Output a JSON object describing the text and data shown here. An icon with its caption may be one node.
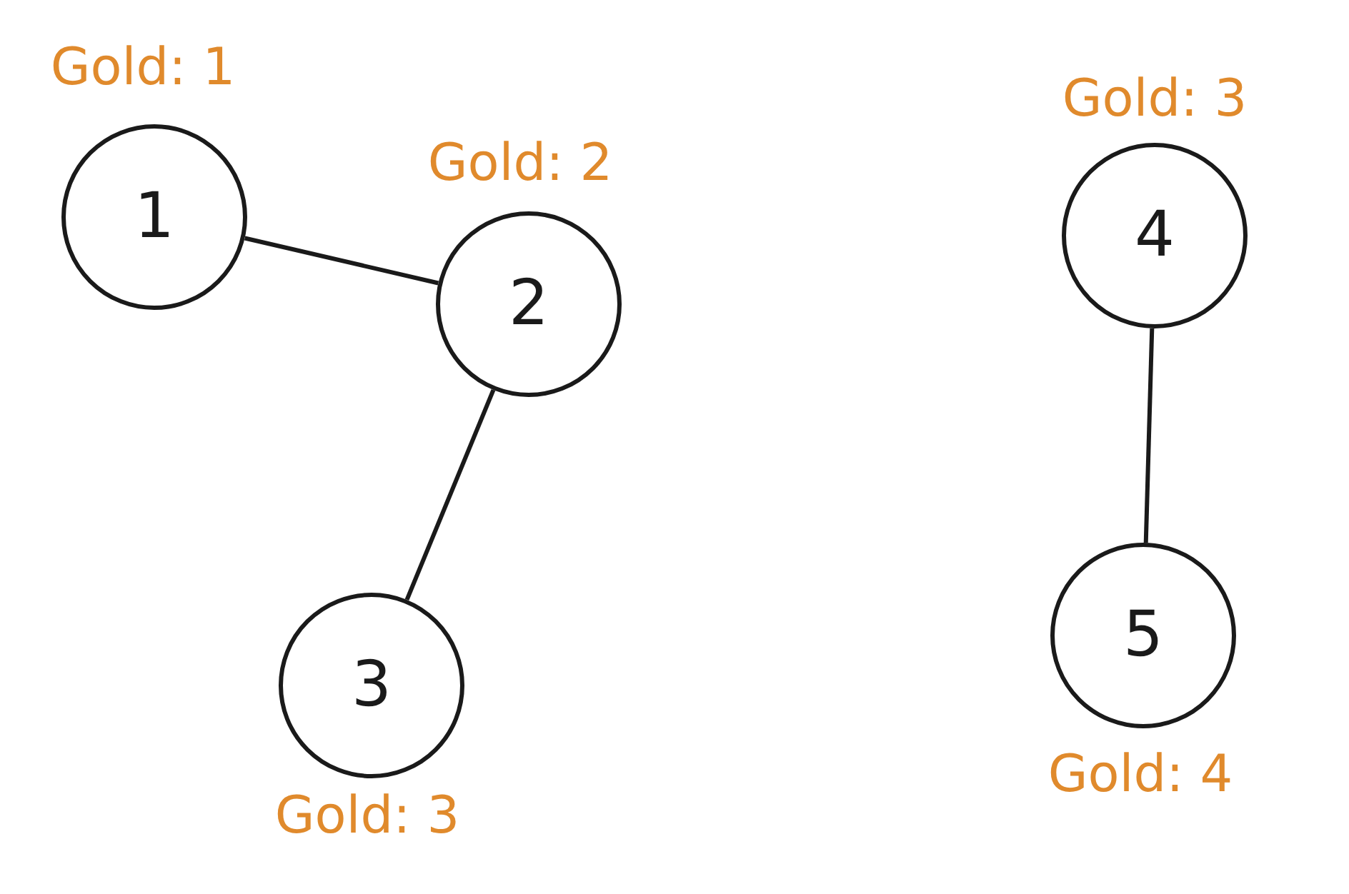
{
  "diagram": {
    "nodes": [
      {
        "text": [
          "1"
        ],
        "beside": [
          "Gold: 1"
        ]
      },
      {
        "text": [
          "2"
        ],
        "beside": [
          "Gold: 2"
        ]
      },
      {
        "text": [
          "3"
        ],
        "beside": [
          "Gold: 3"
        ]
      },
      {
        "text": [
          "4"
        ],
        "beside": [
          "Gold: 3"
        ]
      },
      {
        "text": [
          "5"
        ],
        "beside": [
          "Gold: 4"
        ]
      }
    ],
    "edges": [
      {
        "from": 0,
        "to": 1,
        "arrow": "none"
      },
      {
        "from": 1,
        "to": 2,
        "arrow": "none"
      },
      {
        "from": 3,
        "to": 4,
        "arrow": "none"
      }
    ]
  }
}
